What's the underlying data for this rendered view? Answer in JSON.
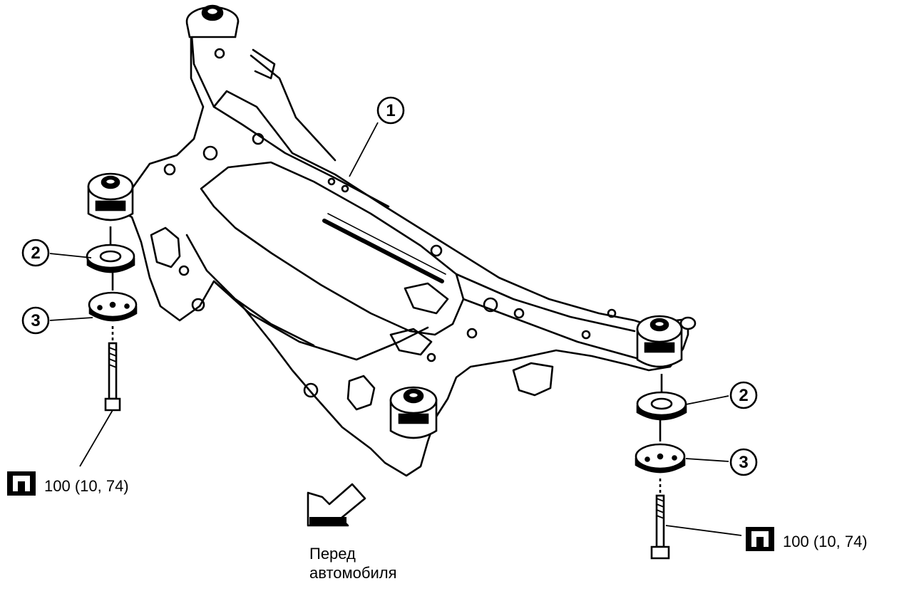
{
  "callouts": {
    "crossmember": "1",
    "left_washer": "2",
    "left_stopper": "3",
    "right_washer": "2",
    "right_stopper": "3"
  },
  "torque": {
    "left": "100 (10, 74)",
    "right": "100 (10, 74)",
    "icon": "torque-wrench-icon"
  },
  "front_label": {
    "line1": "Перед",
    "line2": "автомобиля"
  }
}
